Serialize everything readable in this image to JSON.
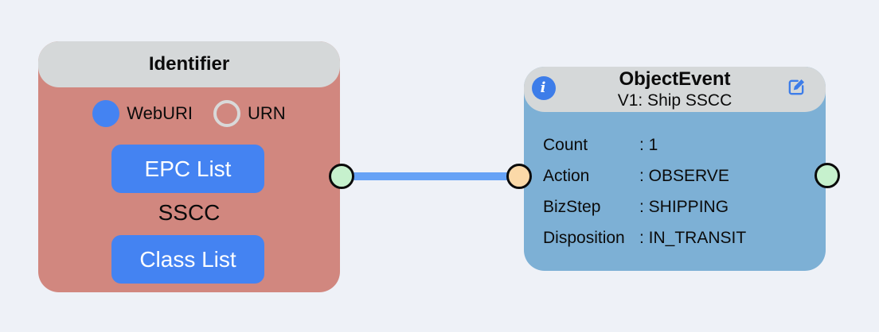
{
  "colors": {
    "background": "#eef1f7",
    "identifier_body": "#d1877f",
    "objectevent_body": "#7db0d5",
    "node_header": "#d5d8d9",
    "accent_blue": "#4483f2",
    "edge_blue": "#66a2f6",
    "handle_green": "#c6f1cd",
    "handle_orange": "#fbd9a8",
    "icon_blue": "#3d7de9"
  },
  "icons": {
    "info": "i",
    "edit": "edit-square-pencil"
  },
  "identifier_node": {
    "title": "Identifier",
    "radio_options": [
      {
        "label": "WebURI",
        "selected": true
      },
      {
        "label": "URN",
        "selected": false
      }
    ],
    "epc_button": "EPC List",
    "identifier_type": "SSCC",
    "class_button": "Class List"
  },
  "objectevent_node": {
    "title": "ObjectEvent",
    "subtitle": "V1: Ship SSCC",
    "rows": [
      {
        "label": "Count",
        "value": ": 1"
      },
      {
        "label": "Action",
        "value": ": OBSERVE"
      },
      {
        "label": "BizStep",
        "value": ": SHIPPING"
      },
      {
        "label": "Disposition",
        "value": ": IN_TRANSIT"
      }
    ]
  }
}
